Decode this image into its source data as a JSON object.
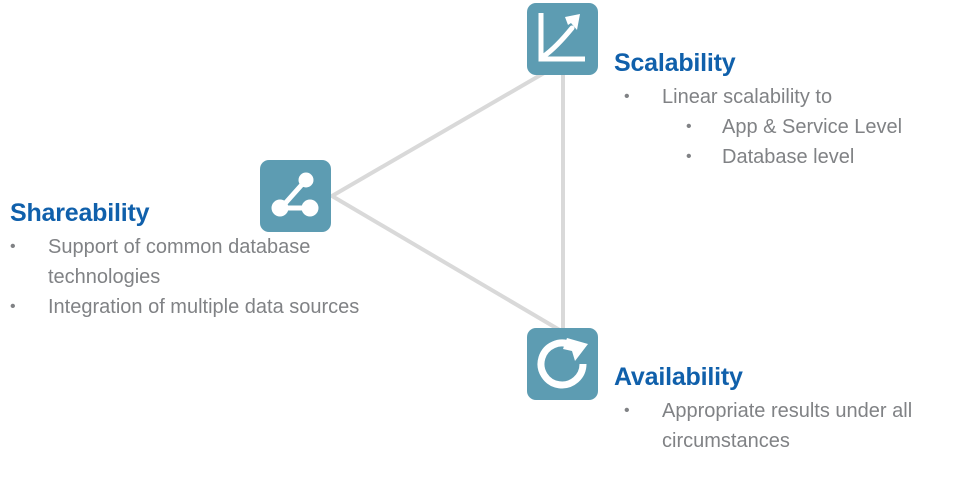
{
  "colors": {
    "tile_fill": "#5d9cb2",
    "heading_blue": "#1060ab",
    "body_gray": "#808285",
    "connector_gray": "#d9d9d9",
    "background": "#ffffff"
  },
  "diagram": {
    "type": "triangle-relationship",
    "nodes": [
      {
        "id": "scalability",
        "icon": "line-chart-growth-arrow-icon",
        "title": "Scalability"
      },
      {
        "id": "shareability",
        "icon": "share-network-icon",
        "title": "Shareability"
      },
      {
        "id": "availability",
        "icon": "refresh-circular-arrow-icon",
        "title": "Availability"
      }
    ],
    "connections": [
      {
        "from": "shareability",
        "to": "scalability"
      },
      {
        "from": "scalability",
        "to": "availability"
      },
      {
        "from": "availability",
        "to": "shareability"
      }
    ]
  },
  "scalability": {
    "title": "Scalability",
    "bullets": [
      {
        "text": "Linear scalability to",
        "level": 1
      },
      {
        "text": "App & Service Level",
        "level": 2
      },
      {
        "text": "Database level",
        "level": 2
      }
    ]
  },
  "shareability": {
    "title": "Shareability",
    "bullets": [
      {
        "text": "Support of common database technologies",
        "level": 1
      },
      {
        "text": "Integration of multiple data sources",
        "level": 1
      }
    ]
  },
  "availability": {
    "title": "Availability",
    "bullets": [
      {
        "text": "Appropriate results under all circumstances",
        "level": 1
      }
    ]
  }
}
